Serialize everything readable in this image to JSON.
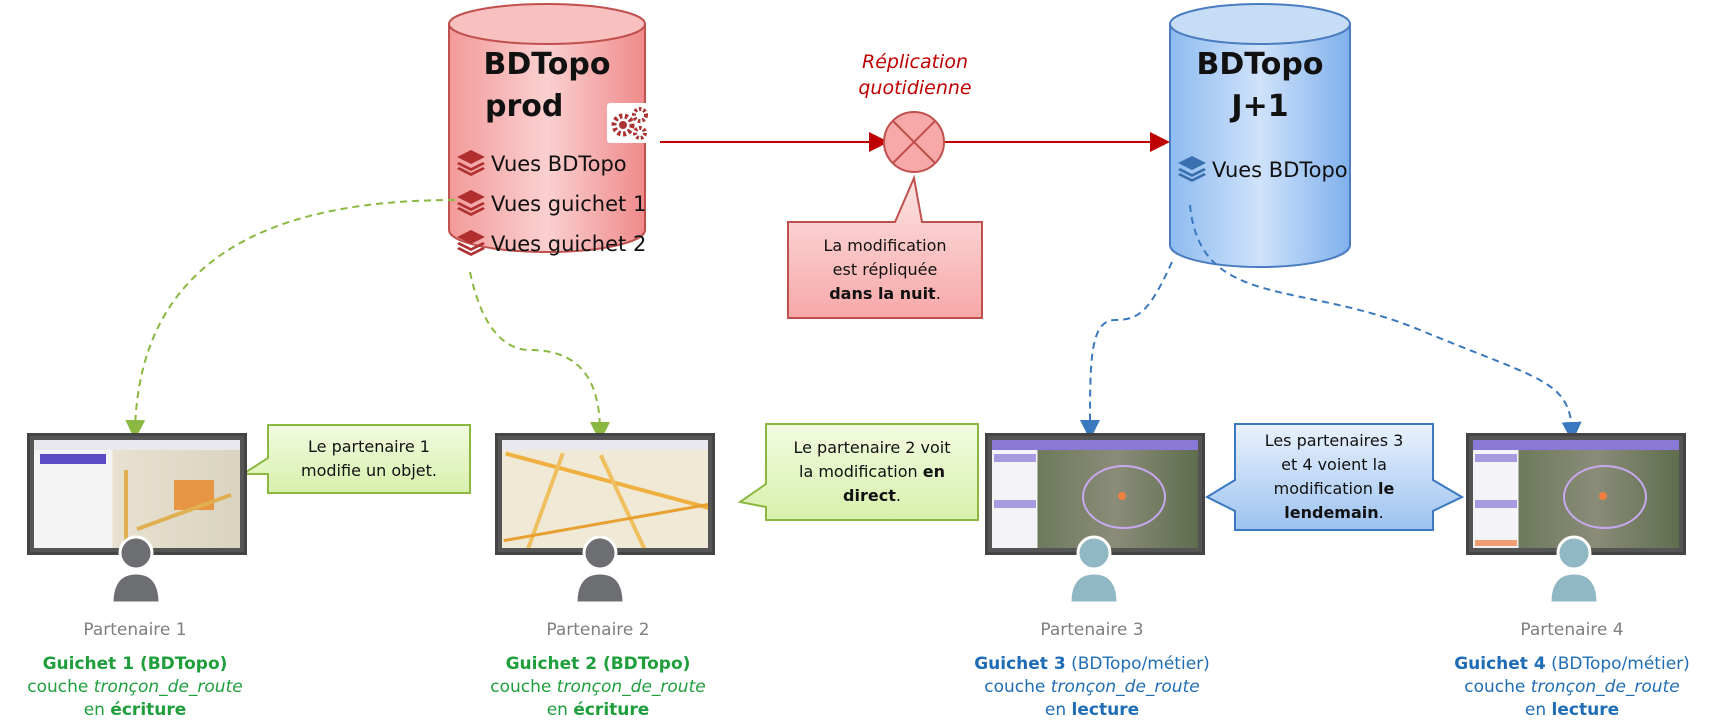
{
  "databases": {
    "prod": {
      "title_line1": "BDTopo",
      "title_line2": "prod",
      "views": [
        "Vues BDTopo",
        "Vues guichet 1",
        "Vues guichet 2"
      ],
      "color": "#f6b3b3",
      "icon": "gears-icon"
    },
    "j1": {
      "title_line1": "BDTopo",
      "title_line2": "J+1",
      "views": [
        "Vues BDTopo"
      ],
      "color": "#b8d3f5",
      "icon": "layers-icon"
    }
  },
  "replication": {
    "label_line1": "Réplication",
    "label_line2": "quotidienne",
    "callout_line1": "La modification",
    "callout_line2": "est répliquée",
    "callout_bold": "dans la nuit",
    "callout_end": "."
  },
  "callouts": {
    "p1": {
      "line1": "Le partenaire 1",
      "line2": "modifie un objet."
    },
    "p2": {
      "line1": "Le partenaire 2 voit",
      "line2_a": "la modification ",
      "line2_b": "en",
      "line3_b": "direct",
      "line3_end": "."
    },
    "p34": {
      "line1": "Les partenaires 3",
      "line2": "et 4 voient la",
      "line3_a": "modification ",
      "line3_b": "le",
      "line4_b": "lendemain",
      "line4_end": "."
    }
  },
  "partners": [
    {
      "name": "Partenaire 1",
      "guichet": "Guichet 1 (BDTopo)",
      "guichet_extra": "",
      "couche": "couche ",
      "layer": "tronçon_de_route",
      "en": "en ",
      "mode": "écriture",
      "color": "#1f9e3c"
    },
    {
      "name": "Partenaire 2",
      "guichet": "Guichet 2 (BDTopo)",
      "guichet_extra": "",
      "couche": "couche ",
      "layer": "tronçon_de_route",
      "en": "en ",
      "mode": "écriture",
      "color": "#1f9e3c"
    },
    {
      "name": "Partenaire 3",
      "guichet": "Guichet 3",
      "guichet_extra": " (BDTopo/métier)",
      "couche": "couche ",
      "layer": "tronçon_de_route",
      "en": "en ",
      "mode": "lecture",
      "color": "#1f6db5"
    },
    {
      "name": "Partenaire 4",
      "guichet": "Guichet 4",
      "guichet_extra": " (BDTopo/métier)",
      "couche": "couche ",
      "layer": "tronçon_de_route",
      "en": "en ",
      "mode": "lecture",
      "color": "#1f6db5"
    }
  ]
}
